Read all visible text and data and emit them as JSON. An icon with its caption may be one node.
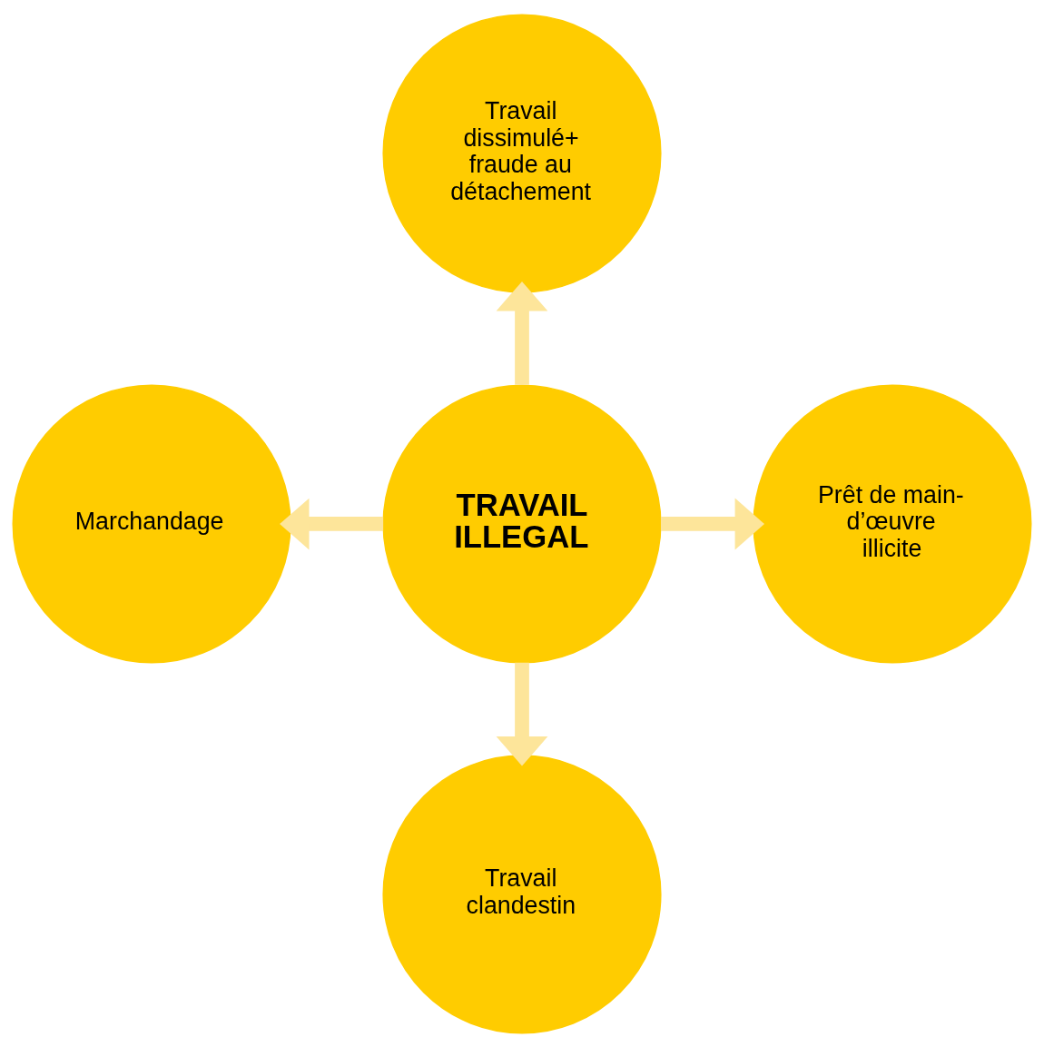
{
  "diagram": {
    "nodes": [
      {
        "text": [
          "Travail dissimulé+",
          "fraude au détachement"
        ]
      },
      {
        "text": [
          "Marchandage"
        ]
      },
      {
        "text": [
          "TRAVAIL ILLEGAL"
        ]
      },
      {
        "text": [
          "Prêt de main- d’œuvre illicite"
        ]
      },
      {
        "text": [
          "Travail clandestin"
        ]
      }
    ],
    "edges": [
      {
        "from": 2,
        "to": 0,
        "arrow": "to"
      },
      {
        "from": 2,
        "to": 1,
        "arrow": "to"
      },
      {
        "from": 2,
        "to": 3,
        "arrow": "to"
      },
      {
        "from": 2,
        "to": 4,
        "arrow": "to"
      }
    ]
  }
}
